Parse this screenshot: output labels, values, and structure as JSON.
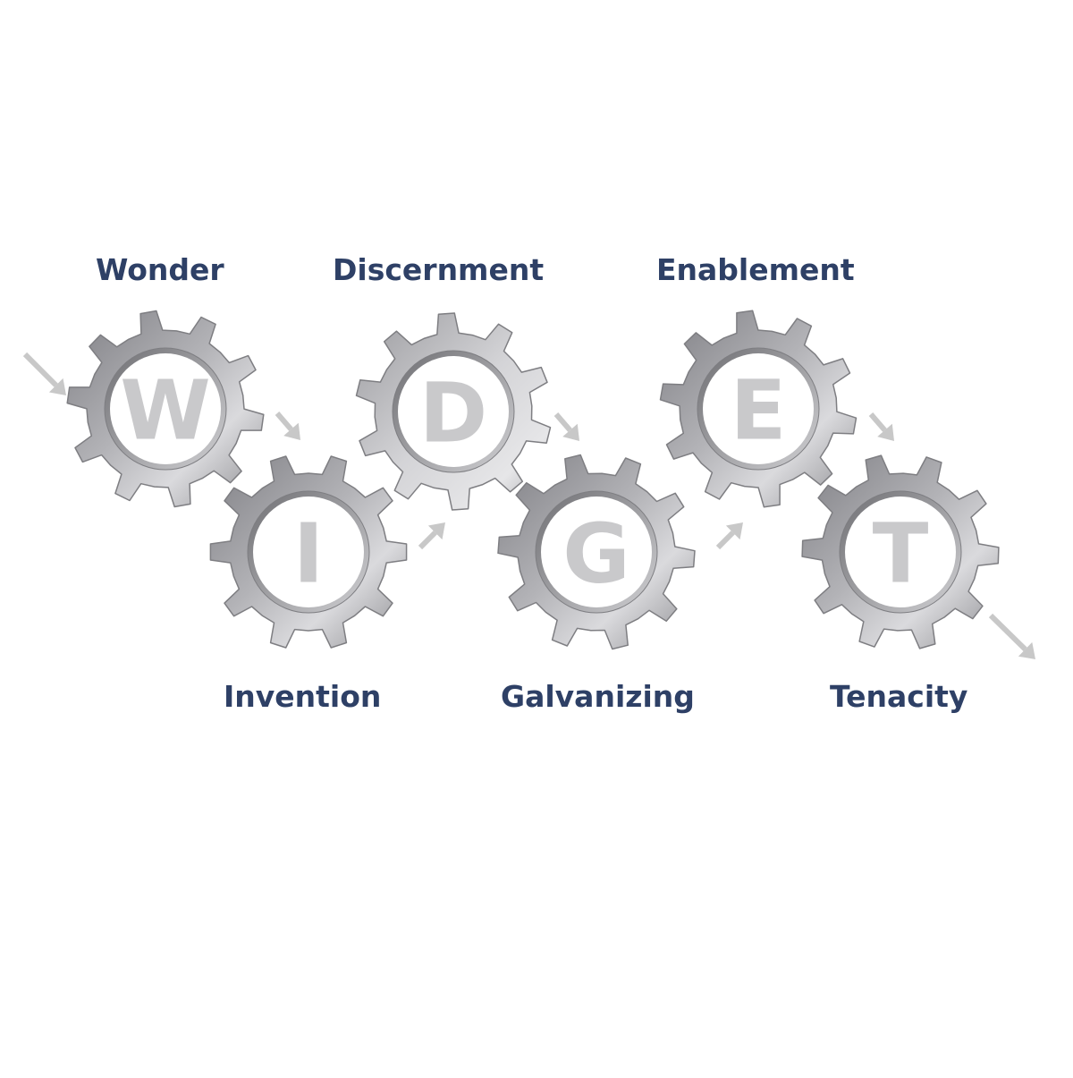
{
  "colors": {
    "label": "#2e4066",
    "arrow": "#c8c8c8",
    "gear_dark": "#8f8f93",
    "gear_mid": "#b9b9bd",
    "gear_light": "#dcdcdf",
    "gear_edge": "#7e7e82",
    "letter": "#c9c9cb",
    "hub": "#ffffff"
  },
  "icons": [
    "gear-icon",
    "arrow-icon"
  ],
  "stages": [
    {
      "letter": "W",
      "label": "Wonder"
    },
    {
      "letter": "I",
      "label": "Invention"
    },
    {
      "letter": "D",
      "label": "Discernment"
    },
    {
      "letter": "G",
      "label": "Galvanizing"
    },
    {
      "letter": "E",
      "label": "Enablement"
    },
    {
      "letter": "T",
      "label": "Tenacity"
    }
  ]
}
